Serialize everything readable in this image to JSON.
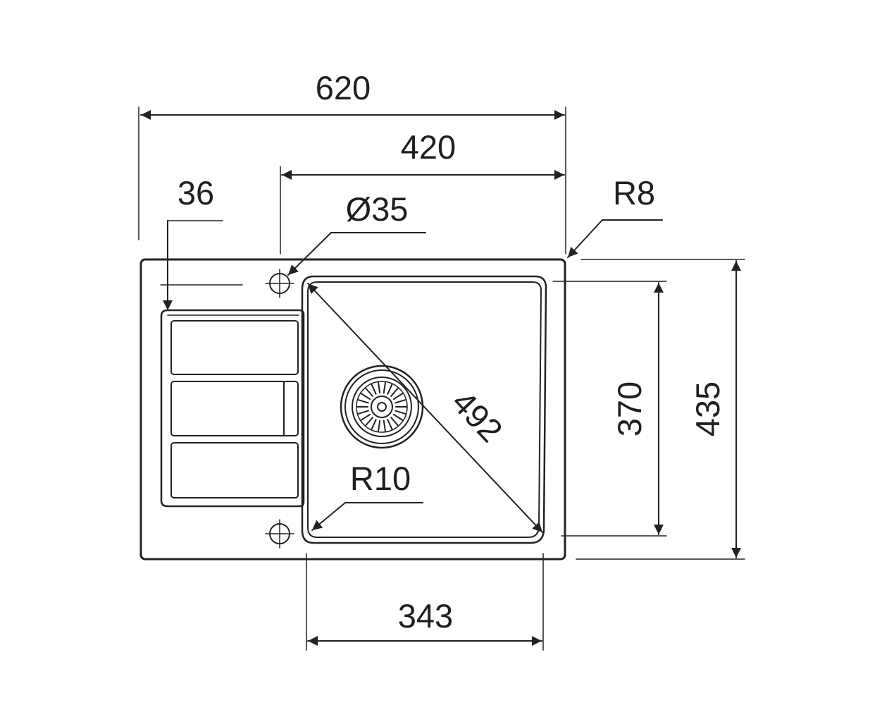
{
  "colors": {
    "line": "#222222",
    "background": "#ffffff"
  },
  "dimensions": {
    "overall_width": "620",
    "bowl_section_width": "420",
    "drainer_offset": "36",
    "tap_hole_diameter": "Ø35",
    "corner_radius_outer": "R8",
    "bowl_diagonal": "492",
    "bowl_corner_radius": "R10",
    "bowl_depth": "370",
    "overall_depth": "435",
    "bowl_width": "343"
  }
}
